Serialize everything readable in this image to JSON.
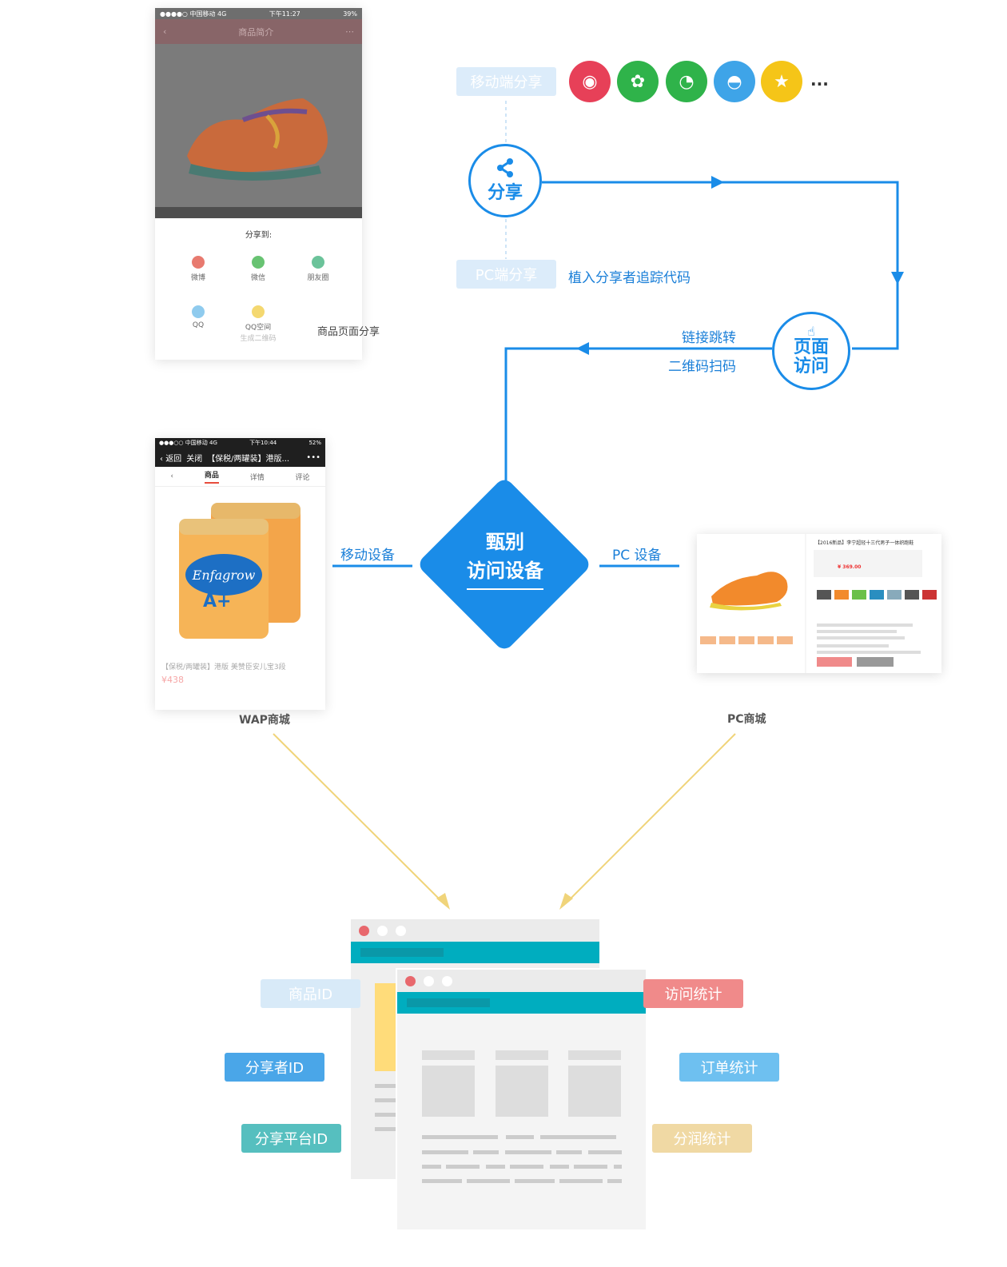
{
  "mobile_share": {
    "label": "移动端分享",
    "platforms": [
      {
        "name": "weibo-icon",
        "color": "#e74058",
        "glyph": "◉"
      },
      {
        "name": "moments-icon",
        "color": "#2fb34a",
        "glyph": "✿"
      },
      {
        "name": "wechat-icon",
        "color": "#2fb34a",
        "glyph": "◔"
      },
      {
        "name": "qq-icon",
        "color": "#3ea4e8",
        "glyph": "◓"
      },
      {
        "name": "qzone-icon",
        "color": "#f5c518",
        "glyph": "★"
      }
    ],
    "more": "..."
  },
  "share_node": {
    "label": "分享"
  },
  "pc_share": {
    "label": "PC端分享",
    "note": "植入分享者追踪代码"
  },
  "visit_node": {
    "label_line1": "页面",
    "label_line2": "访问"
  },
  "visit_methods": {
    "link": "链接跳转",
    "qr": "二维码扫码"
  },
  "phone1": {
    "status_left": "●●●●○ 中国移动  4G",
    "status_time": "下午11:27",
    "status_right": "39%",
    "nav_title": "商品简介",
    "share_to": "分享到:",
    "items": [
      "微博",
      "微信",
      "朋友圈",
      "QQ",
      "QQ空间"
    ],
    "qr": "生成二维码",
    "caption": "商品页面分享"
  },
  "identify": {
    "line1": "甄别",
    "line2": "访问设备"
  },
  "mobile_device": "移动设备",
  "pc_device": "PC 设备",
  "phone2": {
    "status_left": "●●●○○ 中国移动  4G",
    "status_time": "下午10:44",
    "status_right": "52%",
    "back": "返回",
    "close": "关闭",
    "title": "【保税/两罐装】港版...",
    "tabs": [
      "商品",
      "详情",
      "评论"
    ],
    "product_title": "【保税/两罐装】港版 美赞臣安儿宝3段",
    "price": "¥438",
    "brand_text": "Enfagrow"
  },
  "pc_product": {
    "title": "【2016新品】李宁超轻十三代男子一体织跑鞋",
    "price": "¥ 369.00"
  },
  "captions": {
    "wap": "WAP商城",
    "pc": "PC商城"
  },
  "left_tags": [
    {
      "text": "商品ID",
      "color": "#d8eaf8"
    },
    {
      "text": "分享者ID",
      "color": "#4aa6e8"
    },
    {
      "text": "分享平台ID",
      "color": "#56bfbf"
    }
  ],
  "right_tags": [
    {
      "text": "访问统计",
      "color": "#f08a8a"
    },
    {
      "text": "订单统计",
      "color": "#6ec0f0"
    },
    {
      "text": "分润统计",
      "color": "#f0d9a4"
    }
  ],
  "colors": {
    "blue": "#1a8ce8",
    "teal": "#00adbf",
    "yellow_arrow": "#f0d47a"
  }
}
